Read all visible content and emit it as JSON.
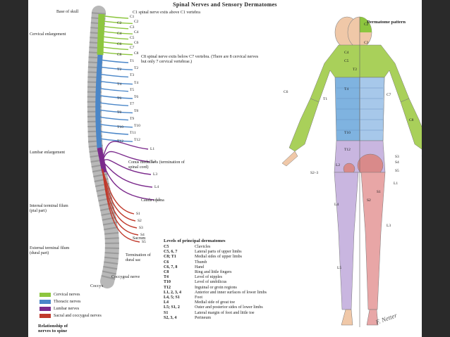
{
  "title": "Spinal Nerves and Sensory Dermatomes",
  "left_labels": {
    "base_of_skull": "Base of skull",
    "cervical_enlargement": "Cervical enlargement",
    "lumbar_enlargement": "Lumbar enlargement",
    "internal_terminal_filum": "Internal terminal filum (pial part)",
    "external_terminal_filum": "External terminal filum (dural part)"
  },
  "notes": {
    "c1": "C1 spinal nerve exits above C1 vertebra",
    "c8": "C8 spinal nerve exits below C7 vertebra. (There are 8 cervical nerves but only 7 cervical vertebrae.)",
    "conus": "Conus medullaris (termination of spinal cord)",
    "cauda": "Cauda equina",
    "sacrum": "Sacrum",
    "dural_sac": "Termination of dural sac",
    "coccygeal_nerve": "Coccygeal nerve",
    "coccyx": "Coccyx"
  },
  "nerve_levels": {
    "cervical": [
      "C1",
      "C2",
      "C3",
      "C4",
      "C5",
      "C6",
      "C7",
      "C8"
    ],
    "thoracic": [
      "T1",
      "T2",
      "T3",
      "T4",
      "T5",
      "T6",
      "T7",
      "T8",
      "T9",
      "T10",
      "T11",
      "T12"
    ],
    "lumbar": [
      "L1",
      "L2",
      "L3",
      "L4",
      "L5"
    ],
    "sacral": [
      "S1",
      "S2",
      "S3",
      "S4",
      "S5"
    ]
  },
  "legend": [
    {
      "label": "Cervical nerves",
      "color": "#8dc63f"
    },
    {
      "label": "Thoracic nerves",
      "color": "#4a86c8"
    },
    {
      "label": "Lumbar nerves",
      "color": "#7b2a8c"
    },
    {
      "label": "Sacral and coccygeal nerves",
      "color": "#c0392b"
    }
  ],
  "caption": "Relationship of nerves to spine",
  "dermatomes_title": "Levels of principal dermatomes",
  "dermatomes": [
    {
      "code": "C5",
      "desc": "Clavicles"
    },
    {
      "code": "C5, 6, 7",
      "desc": "Lateral parts of upper limbs"
    },
    {
      "code": "C8; T1",
      "desc": "Medial sides of upper limbs"
    },
    {
      "code": "C6",
      "desc": "Thumb"
    },
    {
      "code": "C6, 7, 8",
      "desc": "Hand"
    },
    {
      "code": "C8",
      "desc": "Ring and little fingers"
    },
    {
      "code": "T4",
      "desc": "Level of nipples"
    },
    {
      "code": "T10",
      "desc": "Level of umbilicus"
    },
    {
      "code": "T12",
      "desc": "Inguinal or groin regions"
    },
    {
      "code": "L1, 2, 3, 4",
      "desc": "Anterior and inner surfaces of lower limbs"
    },
    {
      "code": "L4, 5; S1",
      "desc": "Foot"
    },
    {
      "code": "L4",
      "desc": "Medial side of great toe"
    },
    {
      "code": "L5; S1, 2",
      "desc": "Outer and posterior sides of lower limbs"
    },
    {
      "code": "S1",
      "desc": "Lateral margin of foot and little toe"
    },
    {
      "code": "S2, 3, 4",
      "desc": "Perineum"
    }
  ],
  "dermatome_pattern": "Dermatome pattern",
  "body_labels": {
    "c2": "C2",
    "c3": "C3",
    "c4": "C4",
    "c5": "C5",
    "c6": "C6",
    "c7": "C7",
    "c8": "C8",
    "t1": "T1",
    "t2": "T2",
    "t4": "T4",
    "t10": "T10",
    "t12": "T12",
    "l1": "L1",
    "l2": "L2",
    "l3": "L3",
    "l4": "L4",
    "l5": "L5",
    "s1": "S1",
    "s2": "S2",
    "s2_3": "S2–3",
    "s3": "S3",
    "s4": "S4",
    "s5": "S5"
  },
  "signature": "F. Netter"
}
